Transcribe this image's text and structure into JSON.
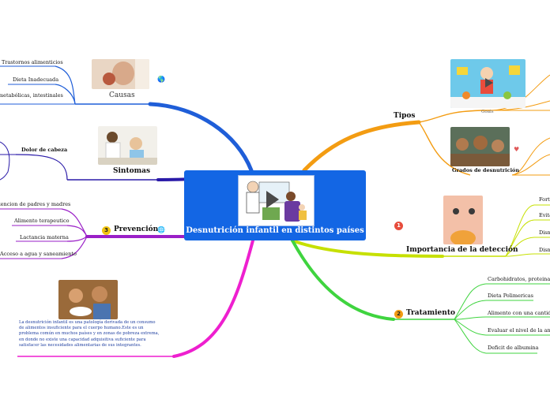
{
  "central": {
    "title": "Desnutrición infantil en distintos países",
    "has_video": true
  },
  "branches": {
    "causas": {
      "title": "Causas",
      "color": "#1f5ed8",
      "items": [
        "Trastornos alimenticios",
        "Dieta Inadecuada",
        "metabólicas, intestinales"
      ]
    },
    "sintomas": {
      "title": "Sintomas",
      "color": "#2a1aa8",
      "items": [
        "Dolor de cabeza"
      ]
    },
    "prevencion": {
      "title": "Prevención",
      "badge": "3",
      "color": "#9a1fc7",
      "items": [
        "tencion de padres y madres",
        "Alimento terapeutico",
        "Lactancia materna",
        "Acceso a agua y saneamiento"
      ]
    },
    "descripcion": {
      "color": "#ee1fcf",
      "text": "La desnutrición infantil es una patología derivada de un consumo de alimentos insuficiente para el cuerpo humano.Este es un problema común en muchos países y en zonas de pobreza extrema, en donde no existe una capacidad adquisitiva suficiente para satisfacer las necesidades alimentarias de sus integrantes."
    },
    "tipos": {
      "title": "Tipos",
      "color": "#f39c12",
      "image_caption": "Goals",
      "sub_caption": "Grados de desnutrición"
    },
    "importancia": {
      "title": "Importancia de la detección",
      "badge": "1",
      "color": "#c6e000",
      "items": [
        "Forta",
        "Evita",
        "Dism",
        "Dism"
      ]
    },
    "tratamiento": {
      "title": "Tratamiento",
      "badge": "2",
      "color": "#3fd43f",
      "items": [
        "Carbohidratos, proteinas",
        "Dieta Polimericas",
        "Alimento con una cantidad d",
        "Evaluar el nivel de la anemia",
        "Deficit de albumina"
      ]
    }
  },
  "colors": {
    "central_bg": "#1366e4",
    "badge_1": "#e74c3c",
    "badge_2": "#f39c12",
    "badge_3": "#f1c40f"
  },
  "icons": [
    "play-icon",
    "globe-icon",
    "number-badge-1",
    "number-badge-2",
    "number-badge-3"
  ]
}
